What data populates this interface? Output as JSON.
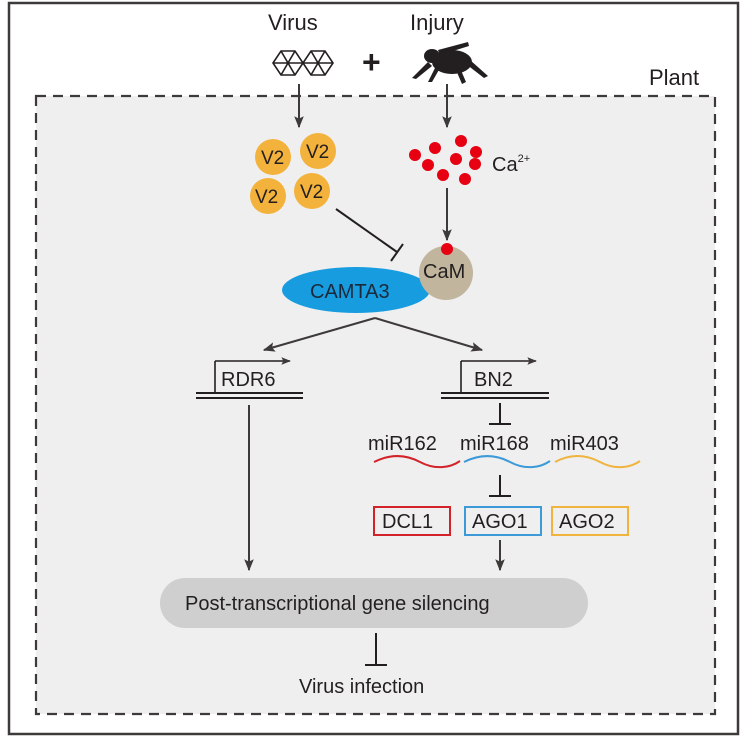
{
  "figure": {
    "inputs": {
      "virus_label": "Virus",
      "injury_label": "Injury",
      "plus_sign": "+",
      "virus_icon": "virus-capsid-icon",
      "injury_icon": "insect-icon"
    },
    "compartment_label": "Plant",
    "v2_proteins": [
      "V2",
      "V2",
      "V2",
      "V2"
    ],
    "calcium": {
      "label": "Ca",
      "superscript": "2+"
    },
    "complex": {
      "camta_label": "CAMTA3",
      "cam_label": "CaM"
    },
    "genes": {
      "left": "RDR6",
      "right": "BN2"
    },
    "mirnas": [
      {
        "label": "miR162",
        "color": "#d2232a"
      },
      {
        "label": "miR168",
        "color": "#3c9ad8"
      },
      {
        "label": "miR403",
        "color": "#f0b33d"
      }
    ],
    "targets": [
      {
        "label": "DCL1",
        "color": "#d2232a"
      },
      {
        "label": "AGO1",
        "color": "#3c9ad8"
      },
      {
        "label": "AGO2",
        "color": "#f0b33d"
      }
    ],
    "process_label": "Post-transcriptional gene silencing",
    "outcome_label": "Virus infection"
  },
  "colors": {
    "v2": "#f3b23c",
    "calcium": "#e60012",
    "camta3": "#189ce0",
    "cam": "#c1b59d",
    "ptgs": "#cfcfcf",
    "plant_bg": "#efefef",
    "line": "#3e3a39"
  }
}
